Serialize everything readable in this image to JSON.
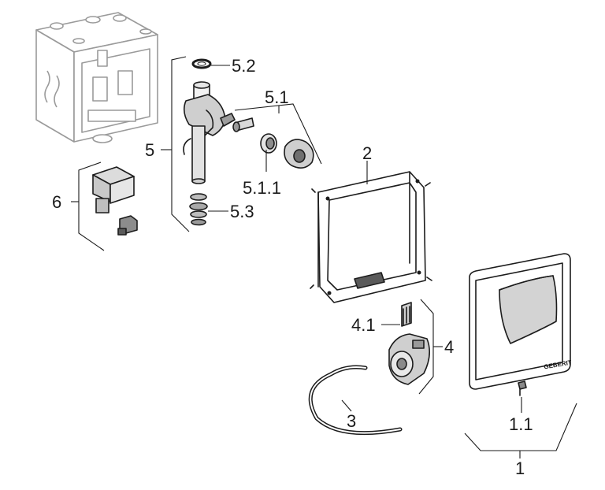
{
  "callouts": {
    "c1": "1",
    "c1_1": "1.1",
    "c2": "2",
    "c3": "3",
    "c4": "4",
    "c4_1": "4.1",
    "c5": "5",
    "c5_1": "5.1",
    "c5_1_1": "5.1.1",
    "c5_2": "5.2",
    "c5_3": "5.3",
    "c6": "6"
  },
  "plate": {
    "brand_logo_text": "GEBERIT"
  },
  "colors": {
    "line": "#1c1c1c",
    "ghost_box": "#9a9a9a",
    "background": "#ffffff"
  }
}
